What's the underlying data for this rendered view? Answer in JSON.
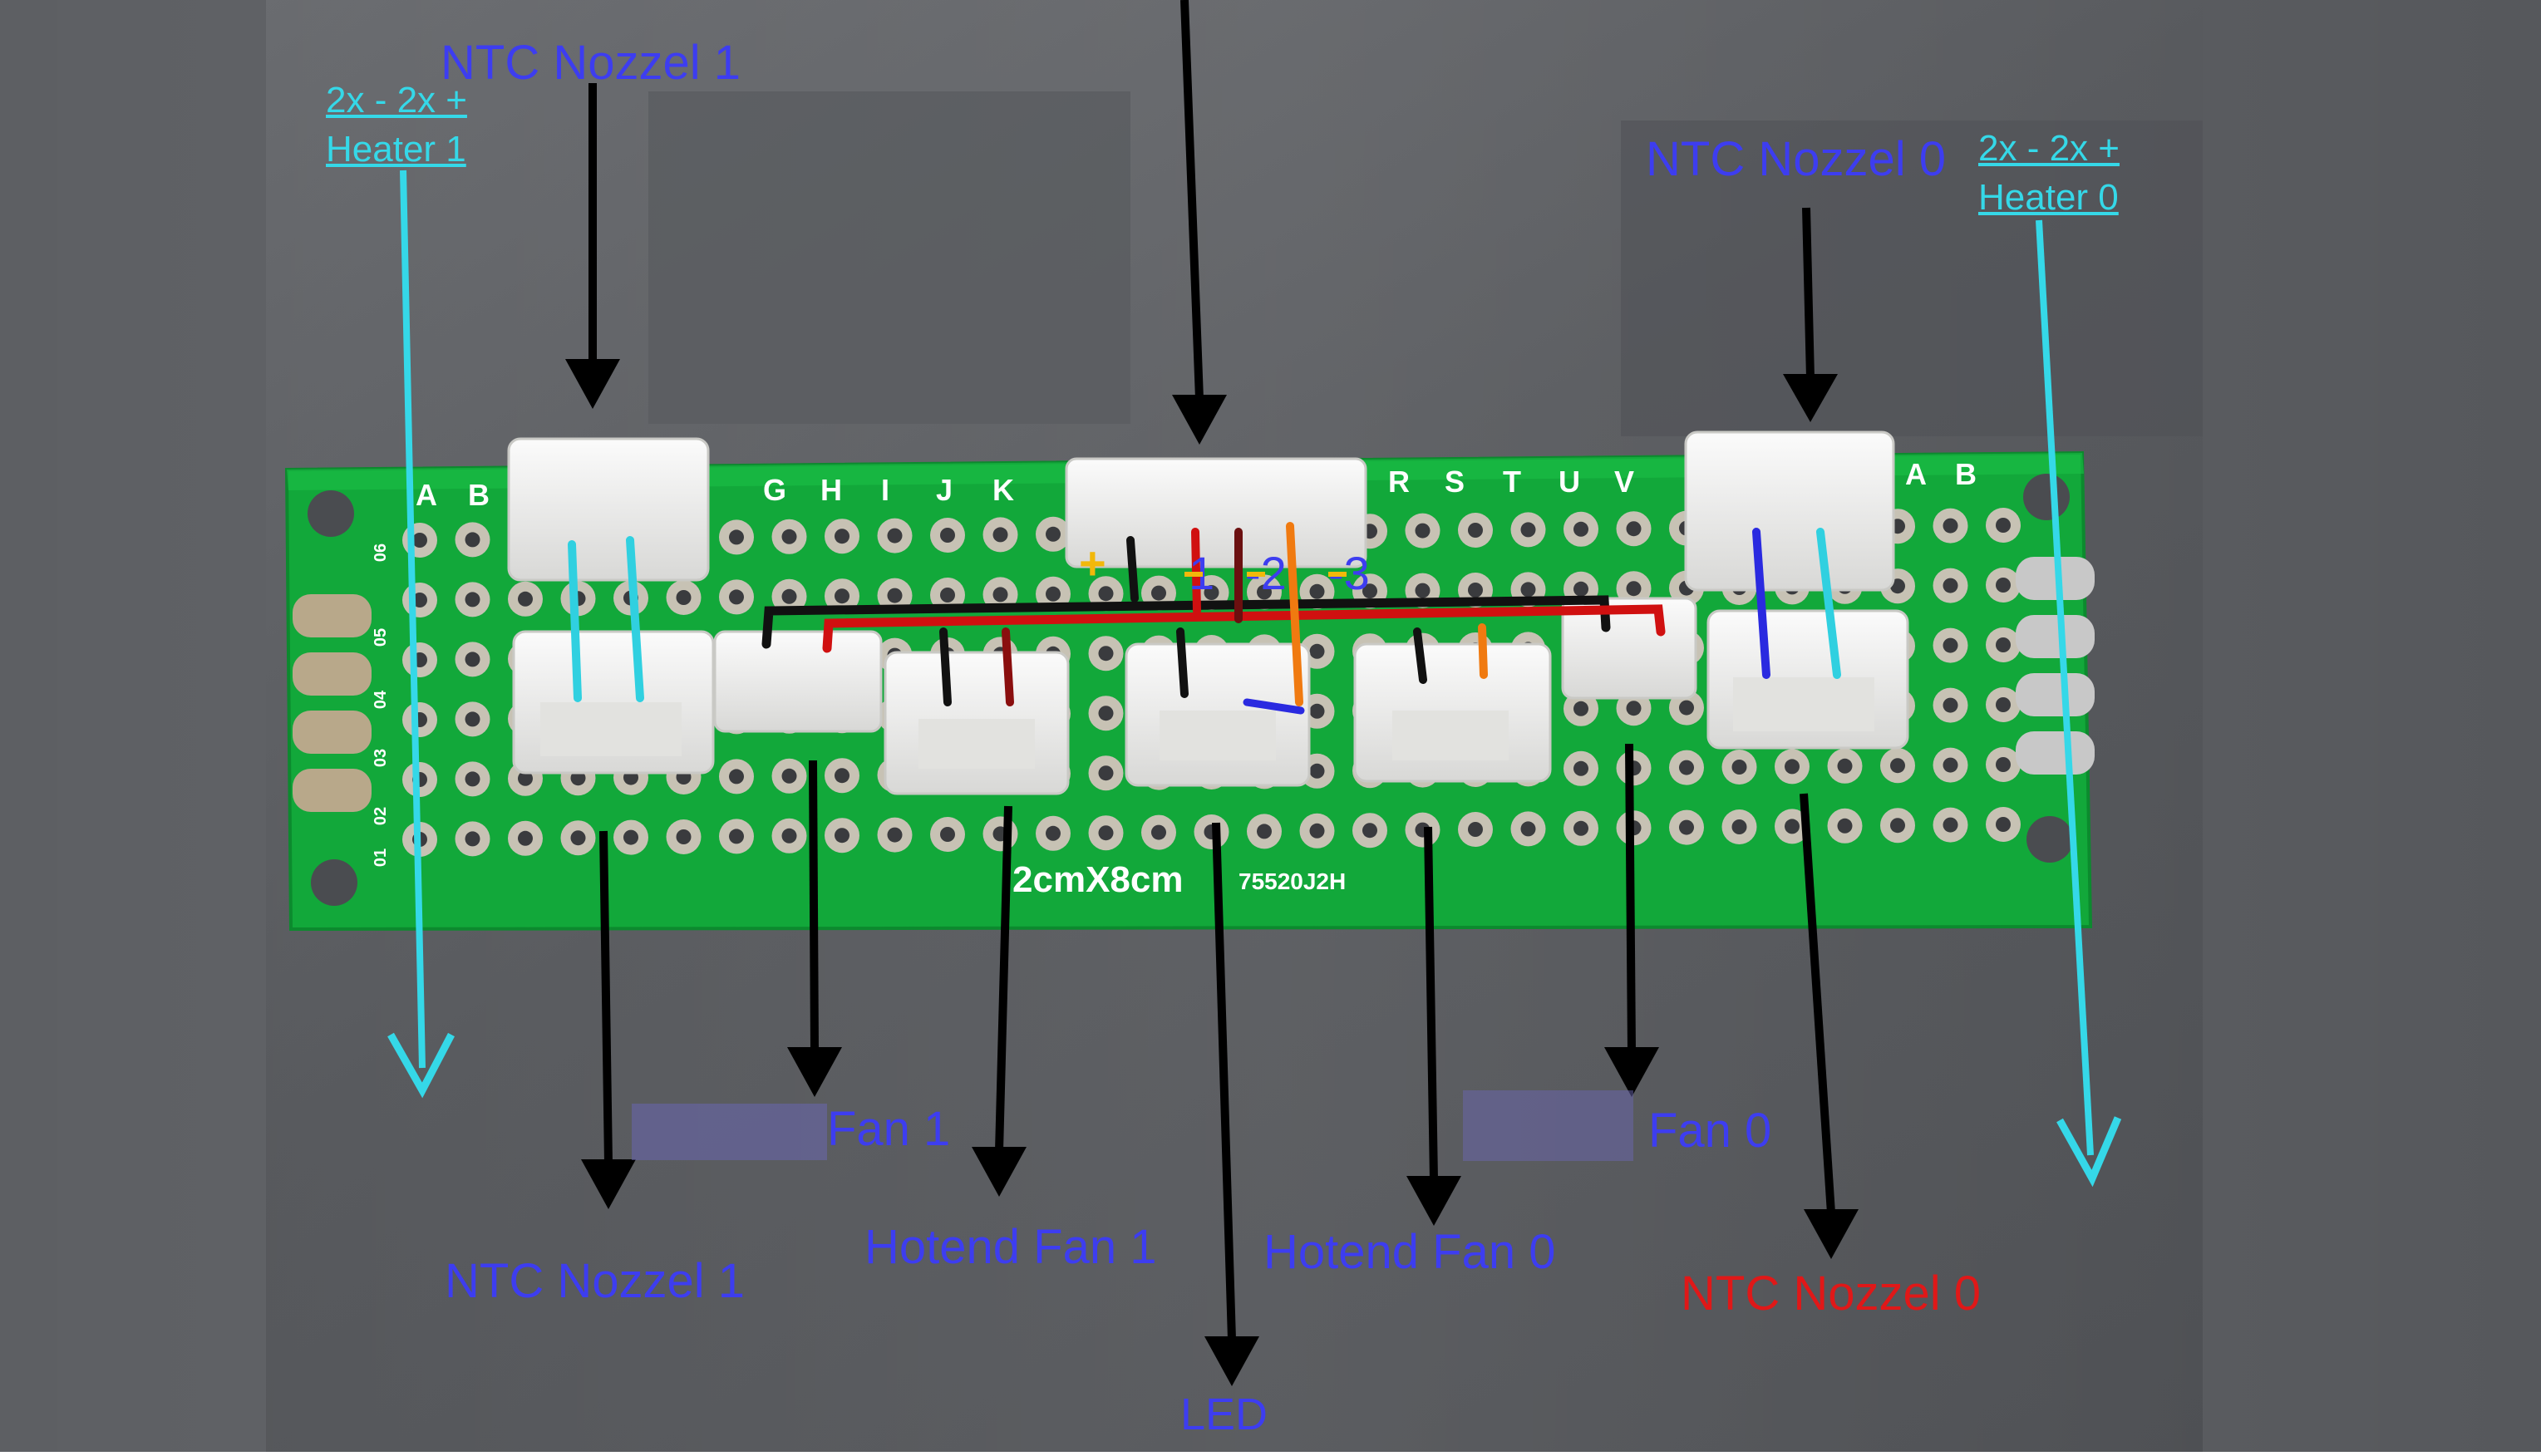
{
  "labels": {
    "ntc_nozzel_1_top": "NTC Nozzel 1",
    "heater_1": [
      "2x - 2x +",
      "Heater 1"
    ],
    "ntc_nozzel_0_top": "NTC Nozzel 0",
    "heater_0": [
      "2x - 2x +",
      "Heater 0"
    ],
    "fan_1": "Fan 1",
    "fan_0": "Fan 0",
    "hotend_fan_1": "Hotend Fan 1",
    "hotend_fan_0": "Hotend Fan 0",
    "ntc_nozzel_1_bottom": "NTC Nozzel 1",
    "ntc_nozzel_0_bottom": "NTC Nozzel 0",
    "led": "LED"
  },
  "led_pins": {
    "plus": "+",
    "one": "1",
    "minus_two": "-2",
    "minus_three": "-3"
  },
  "board_silkscreen": {
    "size": "2cmX8cm",
    "code": "75520J2H",
    "column_letters_left": [
      "A",
      "B",
      "G",
      "H",
      "I",
      "J",
      "K"
    ],
    "column_letters_right": [
      "R",
      "S",
      "T",
      "U",
      "V"
    ],
    "column_letters_far_right": [
      "A",
      "B"
    ],
    "row_numbers": [
      "06",
      "05",
      "04",
      "03",
      "02",
      "01"
    ]
  },
  "colors": {
    "label_blue": "#3d3df0",
    "label_red": "#e01818",
    "label_cyan": "#35d8e8",
    "pcb_green": "#12a83a",
    "wire_black": "#111111",
    "wire_red": "#d01010",
    "wire_orange": "#f07a10",
    "wire_cyan": "#30d0e0",
    "wire_blue": "#2a2ae0",
    "background_gray": "#5b5d61"
  }
}
